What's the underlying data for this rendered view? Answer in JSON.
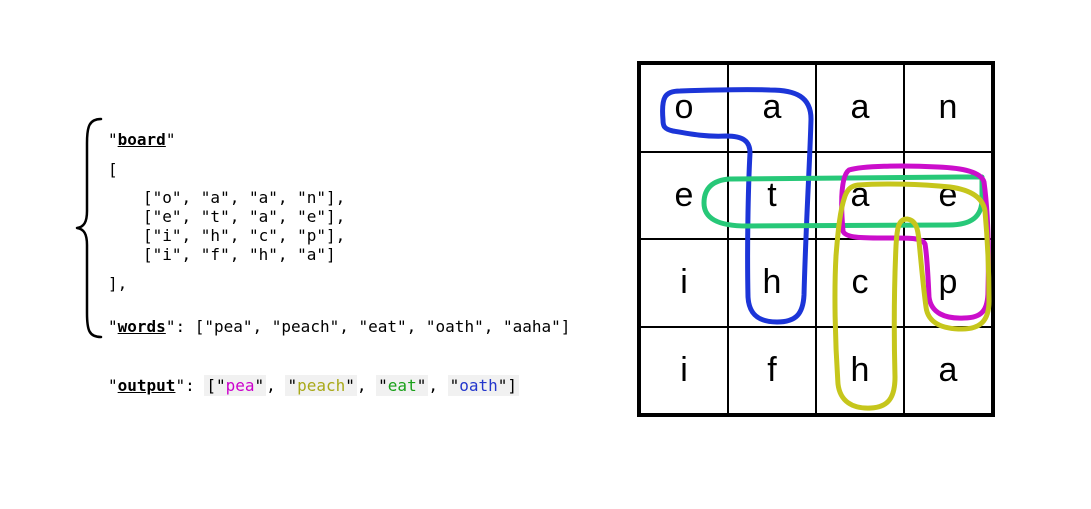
{
  "colors": {
    "blue": "#1c35d8",
    "green": "#27c878",
    "magenta": "#cb0ecb",
    "yellow": "#c6c61c",
    "text": "#000000",
    "token_bg": "#f1f1f1"
  },
  "code": {
    "quote": "\"",
    "board_key": "board",
    "open_bracket": "[",
    "rows": [
      "[\"o\", \"a\", \"a\", \"n\"],",
      "[\"e\", \"t\", \"a\", \"e\"],",
      "[\"i\", \"h\", \"c\", \"p\"],",
      "[\"i\", \"f\", \"h\", \"a\"]"
    ],
    "close_bracket": "],",
    "words_key": "words",
    "words_value": ": [\"pea\", \"peach\", \"eat\", \"oath\", \"aaha\"]",
    "output_key": "output",
    "output_colon": ": ",
    "list_open": "[",
    "list_close": "]",
    "separator": ", ",
    "output_items": [
      {
        "word": "pea",
        "color": "#cc00cc"
      },
      {
        "word": "peach",
        "color": "#a9a918"
      },
      {
        "word": "eat",
        "color": "#18a018"
      },
      {
        "word": "oath",
        "color": "#2336cc"
      }
    ]
  },
  "grid": {
    "rows": [
      [
        "o",
        "a",
        "a",
        "n"
      ],
      [
        "e",
        "t",
        "a",
        "e"
      ],
      [
        "i",
        "h",
        "c",
        "p"
      ],
      [
        "i",
        "f",
        "h",
        "a"
      ]
    ]
  },
  "loops": [
    {
      "word": "oath",
      "color": "#1c35d8"
    },
    {
      "word": "eat",
      "color": "#27c878"
    },
    {
      "word": "pea",
      "color": "#cb0ecb"
    },
    {
      "word": "peach",
      "color": "#c6c61c"
    }
  ]
}
